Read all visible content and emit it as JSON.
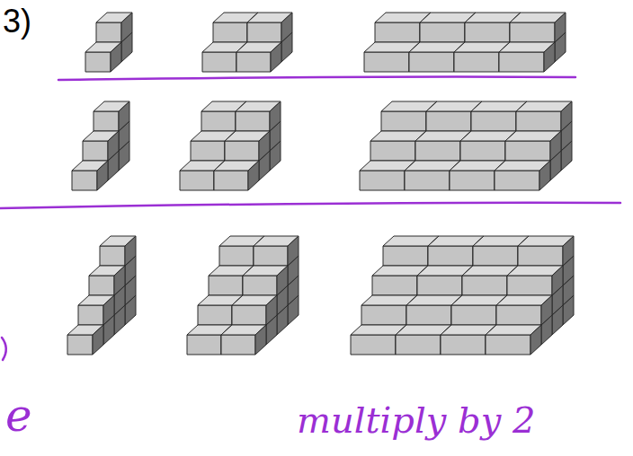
{
  "diagram": {
    "labels": [
      "3)",
      "e",
      "multiply by 2"
    ]
  }
}
